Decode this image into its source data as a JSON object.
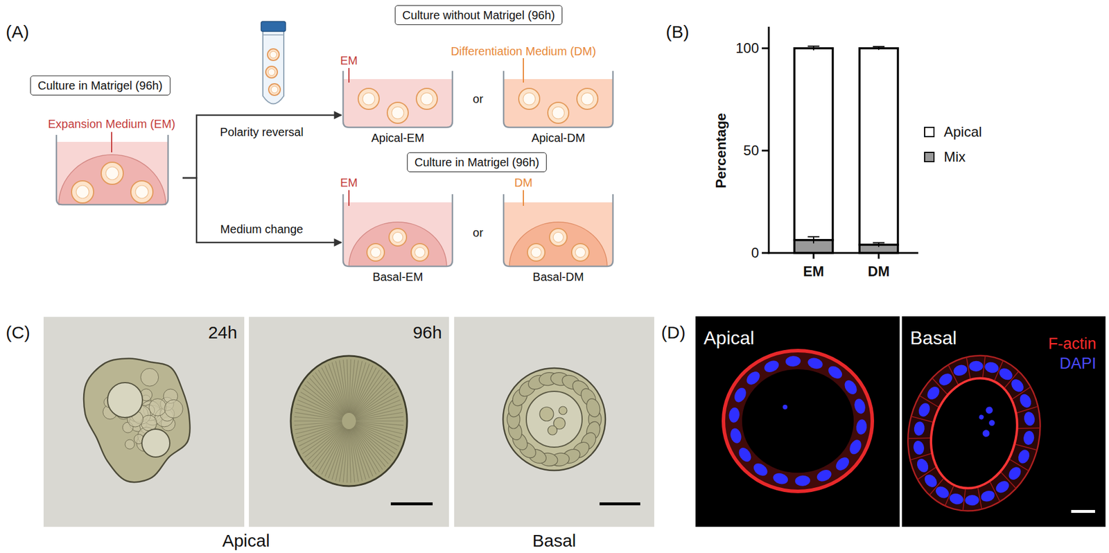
{
  "diagram": {
    "nodes": [
      {
        "text": [
          "Culture in Matrigel (96h)",
          "Expansion Medium (EM)"
        ]
      },
      {
        "text": [
          "Culture without Matrigel (96h)"
        ]
      },
      {
        "text": [
          "Apical-EM"
        ]
      },
      {
        "text": [
          "Apical-DM"
        ]
      },
      {
        "text": [
          "Culture in Matrigel (96h)"
        ]
      },
      {
        "text": [
          "Basal-EM"
        ]
      },
      {
        "text": [
          "Basal-DM"
        ]
      }
    ],
    "edges": [
      {
        "from": 0,
        "to": 2,
        "arrow": "to",
        "label": "Polarity reversal"
      },
      {
        "from": 0,
        "to": 5,
        "arrow": "to",
        "label": "Medium change"
      }
    ],
    "labels": [
      "(A)",
      "EM",
      "or",
      "Differentiation Medium (DM)",
      "EM",
      "DM",
      "or",
      "(B)",
      "100",
      "50",
      "0",
      "Percentage",
      "EM",
      "DM",
      "(C)",
      "24h",
      "96h",
      "Apical",
      "Basal",
      "(D)",
      "Apical",
      "Basal",
      "F-actin",
      "DAPI"
    ],
    "legend": [
      {
        "text": "Apical",
        "color": "#ffffff"
      },
      {
        "text": "Mix",
        "color": "#999999"
      }
    ]
  }
}
